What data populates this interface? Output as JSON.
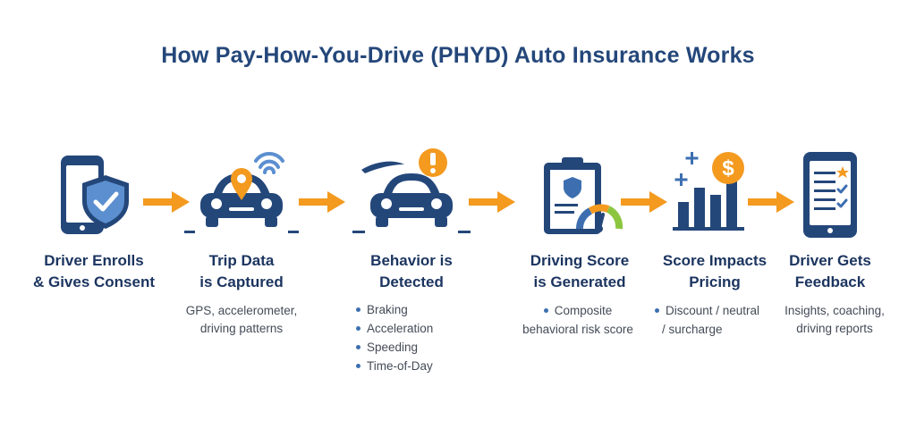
{
  "title": "How Pay-How-You-Drive (PHYD) Auto Insurance Works",
  "colors": {
    "navy": "#24477a",
    "orange": "#f39a1f",
    "accent_blue": "#3d6fb0"
  },
  "stages": [
    {
      "icon": "phone-shield-icon",
      "title_lines": [
        "Driver Enrolls",
        "& Gives Consent"
      ]
    },
    {
      "icon": "car-location-signal-icon",
      "title_lines": [
        "Trip Data",
        "is Captured"
      ],
      "description_lines": [
        "GPS, accelerometer,",
        "driving patterns"
      ]
    },
    {
      "icon": "car-alert-icon",
      "title_lines": [
        "Behavior is",
        "Detected"
      ],
      "bullets": [
        "Braking",
        "Acceleration",
        "Speeding",
        "Time-of-Day"
      ]
    },
    {
      "icon": "clipboard-gauge-icon",
      "title_lines": [
        "Driving Score",
        "is Generated"
      ],
      "bullet_lead": "Composite",
      "bullet_cont": "behavioral risk score"
    },
    {
      "icon": "bar-chart-dollar-icon",
      "title_lines": [
        "Score Impacts",
        "Pricing"
      ],
      "bullet_lead": "Discount / neutral",
      "bullet_cont": "/ surcharge"
    },
    {
      "icon": "tablet-checklist-icon",
      "title_lines": [
        "Driver Gets",
        "Feedback"
      ],
      "description_lines": [
        "Insights, coaching,",
        "driving reports"
      ]
    }
  ]
}
